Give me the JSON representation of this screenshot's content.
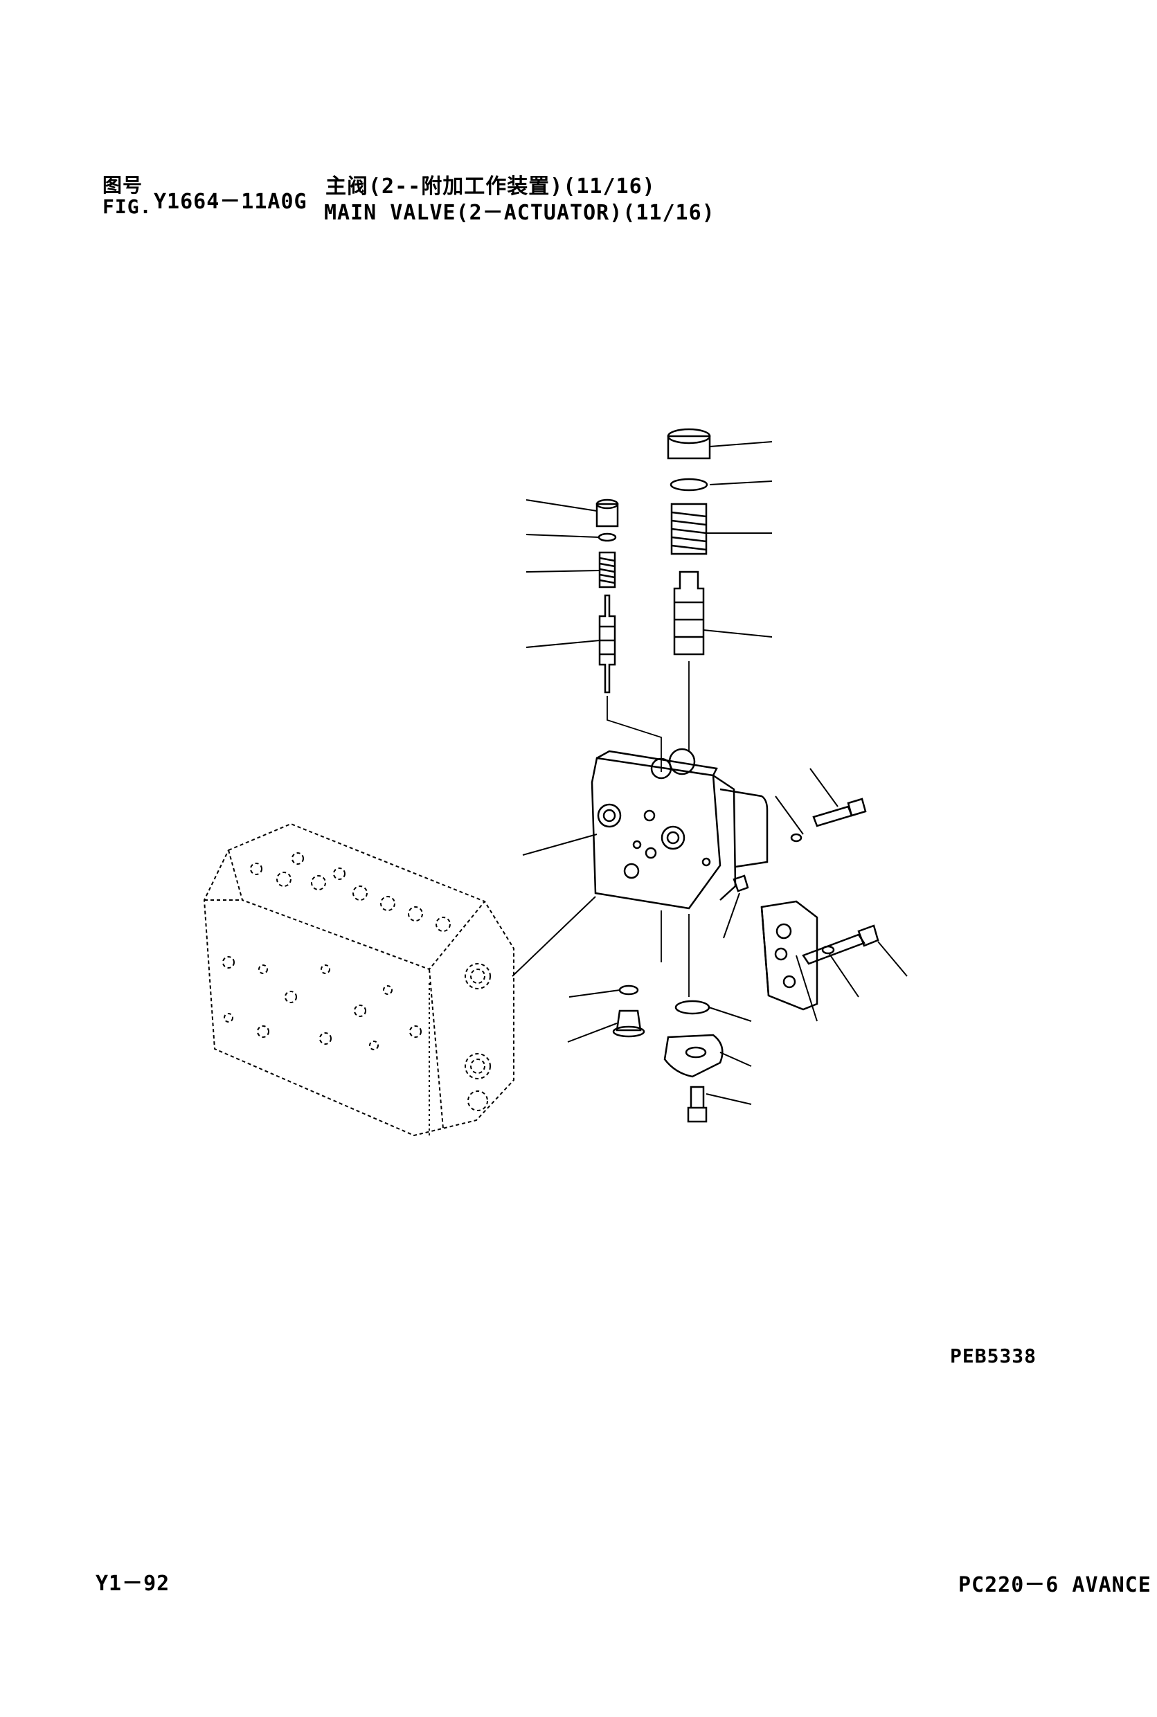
{
  "header": {
    "fig_label_cn": "图号",
    "fig_label_en": "FIG.",
    "fig_number": "Y1664－11A0G",
    "title_cn": "主阀(2--附加工作装置)(11/16)",
    "title_en": "MAIN VALVE(2－ACTUATOR)(11/16)"
  },
  "drawing": {
    "code": "PEB5338"
  },
  "footer": {
    "page": "Y1－92",
    "model": "PC220－6 AVANCE"
  }
}
